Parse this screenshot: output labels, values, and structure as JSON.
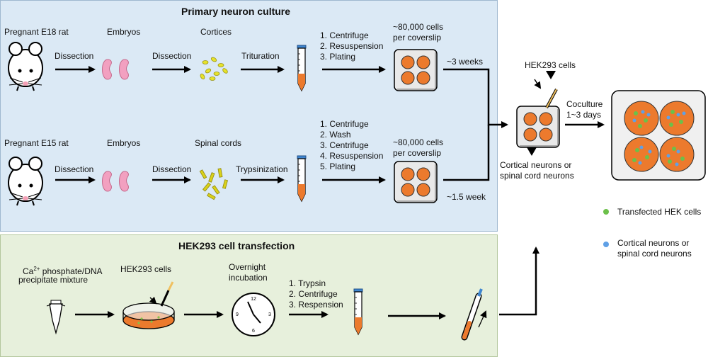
{
  "primary_culture": {
    "title": "Primary neuron culture",
    "cortical": {
      "source": "Pregnant E18 rat",
      "step1": "Dissection",
      "embryos": "Embryos",
      "step2": "Dissection",
      "tissue": "Cortices",
      "step3": "Trituration",
      "protocol": "1. Centrifuge\n2. Resuspension\n3. Plating",
      "density": "~80,000 cells\nper coverslip",
      "duration": "~3 weeks"
    },
    "spinal": {
      "source": "Pregnant E15 rat",
      "step1": "Dissection",
      "embryos": "Embryos",
      "step2": "Dissection",
      "tissue": "Spinal cords",
      "step3": "Trypsinization",
      "protocol": "1. Centrifuge\n2. Wash\n3. Centrifuge\n4. Resuspension\n5. Plating",
      "density": "~80,000 cells\nper coverslip",
      "duration": "~1.5 week"
    }
  },
  "coculture": {
    "hek_label": "HEK293 cells",
    "neuron_label": "Cortical neurons or\nspinal cord neurons",
    "step": "Coculture\n1~3 days"
  },
  "legend": {
    "hek": "Transfected HEK cells",
    "neurons": "Cortical neurons or\nspinal cord neurons",
    "hek_color": "#6cc04a",
    "neuron_color": "#3b82d6"
  },
  "transfection": {
    "title": "HEK293 cell transfection",
    "mixture_pre": "Ca",
    "mixture_sup": "2+",
    "mixture_post": " phosphate/DNA",
    "mixture_line2": "precipitate mixture",
    "dish": "HEK293 cells",
    "incubation": "Overnight\nincubation",
    "protocol": "1. Trypsin\n2. Centrifuge\n3. Respension",
    "clock_numbers": [
      "12",
      "3",
      "6",
      "9"
    ]
  },
  "colors": {
    "neuron_panel": "#dbe9f5",
    "hek_panel": "#e7f0dc",
    "tube_fluid": "#ec7a2d",
    "tube_cap": "#3f86d0",
    "embryo": "#f2a0c0",
    "cortex": "#e6e22b",
    "spinal": "#d9d11a",
    "well": "#ec7a2d"
  }
}
